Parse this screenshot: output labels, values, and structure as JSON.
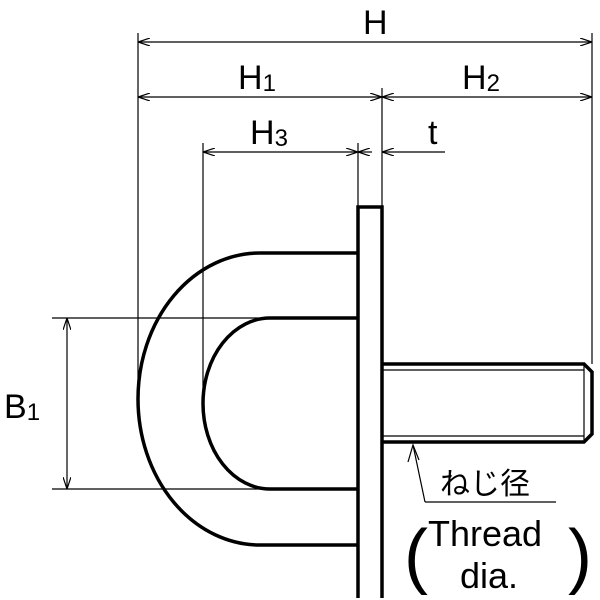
{
  "dimensions": {
    "H": {
      "main": "H",
      "sub": ""
    },
    "H1": {
      "main": "H",
      "sub": "1"
    },
    "H2": {
      "main": "H",
      "sub": "2"
    },
    "H3": {
      "main": "H",
      "sub": "3"
    },
    "t": {
      "main": "t",
      "sub": ""
    },
    "B1": {
      "main": "B",
      "sub": "1"
    }
  },
  "thread_note": {
    "japanese": "ねじ径",
    "open_paren": "(",
    "line1": "Thread",
    "line2": "dia.",
    "close_paren": ")"
  }
}
